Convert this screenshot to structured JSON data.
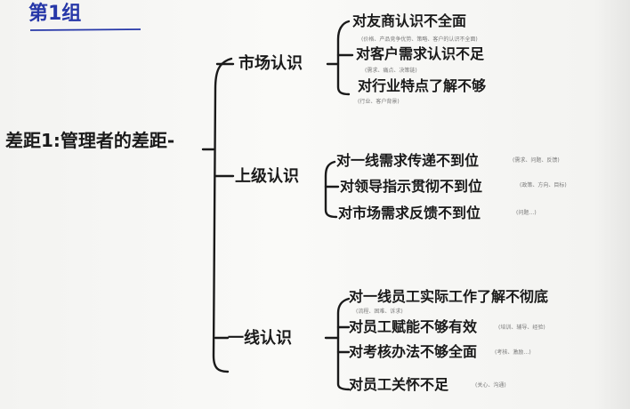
{
  "title": "第1组",
  "central": "差距1:管理者的差距-",
  "branches": [
    {
      "label": "市场认识",
      "leaves": [
        {
          "text": "对友商认识不全面",
          "note": "(价格、产品竞争优势、策略、客户的认识不全面)"
        },
        {
          "text": "对客户需求认识不足",
          "note": "(需求、痛点、决策链)"
        },
        {
          "text": "对行业特点了解不够",
          "note": "(行业、客户背景)"
        }
      ]
    },
    {
      "label": "上级认识",
      "leaves": [
        {
          "text": "对一线需求传递不到位",
          "note": "(需求、问题、反馈)"
        },
        {
          "text": "对领导指示贯彻不到位",
          "note": "(政策、方向、目标)"
        },
        {
          "text": "对市场需求反馈不到位",
          "note": "(问题…)"
        }
      ]
    },
    {
      "label": "一线认识",
      "leaves": [
        {
          "text": "对一线员工实际工作了解不彻底",
          "note": "(流程、困难、诉求)"
        },
        {
          "text": "对员工赋能不够有效",
          "note": "(培训、辅导、经验)"
        },
        {
          "text": "对考核办法不够全面",
          "note": "(考核、激励…)"
        },
        {
          "text": "对员工关怀不足",
          "note": "(关心、沟通)"
        }
      ]
    }
  ],
  "colors": {
    "ink": "#1a1a1a",
    "title_ink": "#2637a8",
    "note_ink": "#7a7a7a",
    "board": "#f6f6f4"
  }
}
